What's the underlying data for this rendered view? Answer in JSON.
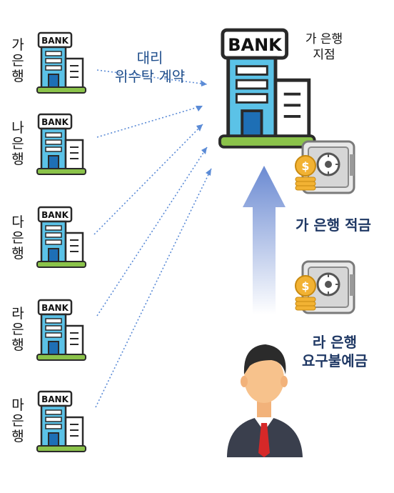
{
  "banks": [
    {
      "char": "가",
      "sub1": "은",
      "sub2": "행",
      "sign": "BANK"
    },
    {
      "char": "나",
      "sub1": "은",
      "sub2": "행",
      "sign": "BANK"
    },
    {
      "char": "다",
      "sub1": "은",
      "sub2": "행",
      "sign": "BANK"
    },
    {
      "char": "라",
      "sub1": "은",
      "sub2": "행",
      "sign": "BANK"
    },
    {
      "char": "마",
      "sub1": "은",
      "sub2": "행",
      "sign": "BANK"
    }
  ],
  "contract": {
    "line1": "대리",
    "line2": "위수탁 계약"
  },
  "main_bank": {
    "sign": "BANK",
    "line1": "가 은행",
    "line2": "지점"
  },
  "savings": {
    "label": "가 은행 적금"
  },
  "deposit": {
    "line1": "라 은행",
    "line2": "요구불예금"
  },
  "colors": {
    "building_blue": "#5bc2e7",
    "building_dark": "#2a2a2a",
    "grass": "#8bc34a",
    "arrow_dotted": "#5b8bd6",
    "arrow_gradient_top": "#6f8fd4",
    "label_blue": "#1f4e8c"
  }
}
